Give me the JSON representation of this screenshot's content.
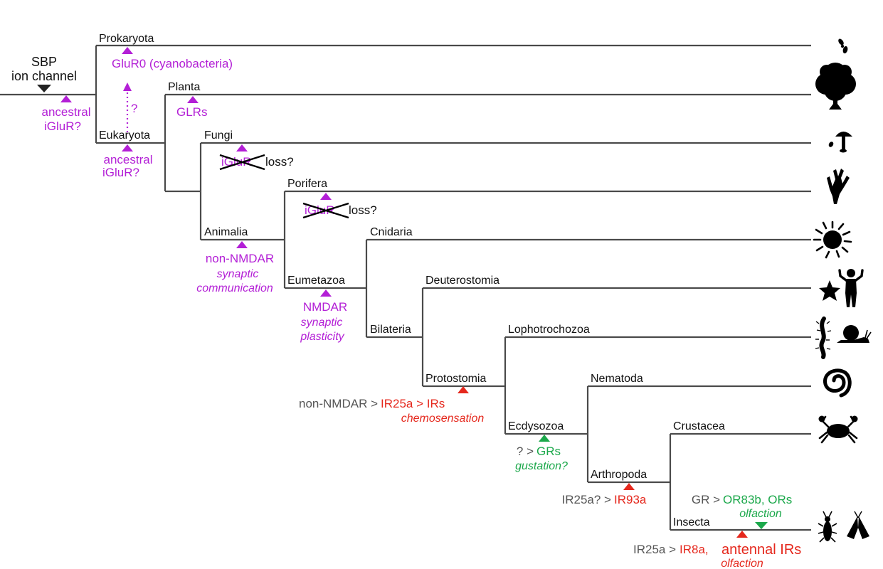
{
  "colors": {
    "branch": "#4a4a4a",
    "gray": "#555555",
    "purple": "#b31fd6",
    "red": "#e5281d",
    "green": "#1ca84b",
    "black": "#000000"
  },
  "root": {
    "line1": "SBP",
    "line2": "ion channel"
  },
  "clades": {
    "prokaryota": "Prokaryota",
    "eukaryota": "Eukaryota",
    "planta": "Planta",
    "fungi": "Fungi",
    "animalia": "Animalia",
    "porifera": "Porifera",
    "eumetazoa": "Eumetazoa",
    "cnidaria": "Cnidaria",
    "bilateria": "Bilateria",
    "deuterostomia": "Deuterostomia",
    "protostomia": "Protostomia",
    "lophotrochozoa": "Lophotrochozoa",
    "ecdysozoa": "Ecdysozoa",
    "nematoda": "Nematoda",
    "arthropoda": "Arthropoda",
    "crustacea": "Crustacea",
    "insecta": "Insecta"
  },
  "events": {
    "root_ancestral": {
      "line1": "ancestral",
      "line2": "iGluR?"
    },
    "glur0": "GluR0 (cyanobacteria)",
    "glur0_question": "?",
    "eukaryota_ancestral": {
      "line1": "ancestral",
      "line2": "iGluR?"
    },
    "glrs": "GLRs",
    "fungi_loss": {
      "struck": "iGluR",
      "suffix": "loss?"
    },
    "porifera_loss": {
      "struck": "iGluR",
      "suffix": "loss?"
    },
    "animalia": {
      "name": "non-NMDAR",
      "role1": "synaptic",
      "role2": "communication"
    },
    "eumetazoa": {
      "name": "NMDAR",
      "role1": "synaptic",
      "role2": "plasticity"
    },
    "protostomia": {
      "prefix": "non-NMDAR >",
      "name": "IR25a > IRs",
      "role": "chemosensation"
    },
    "ecdysozoa": {
      "prefix": "? >",
      "name": "GRs",
      "role": "gustation?"
    },
    "arthropoda": {
      "prefix": "IR25a? >",
      "name": "IR93a"
    },
    "insecta_or": {
      "prefix": "GR >",
      "name": "OR83b, ORs",
      "role": "olfaction"
    },
    "insecta_ir": {
      "prefix": "IR25a >",
      "name1": "IR8a,",
      "name2": "antennal IRs",
      "role": "olfaction"
    }
  },
  "silhouettes": [
    "bacteria-icon",
    "tree-icon",
    "mushroom-icon",
    "sponge-icon",
    "sea-anemone-icon",
    "starfish-icon",
    "human-icon",
    "centipede-icon",
    "snail-icon",
    "worm-icon",
    "crab-icon",
    "beetle-icon",
    "moth-icon"
  ]
}
